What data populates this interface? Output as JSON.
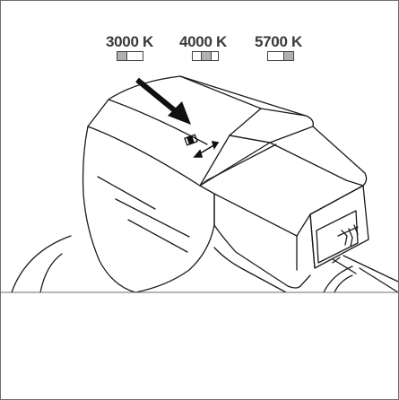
{
  "settings": [
    {
      "label": "3000 K",
      "position": "left"
    },
    {
      "label": "4000 K",
      "position": "center"
    },
    {
      "label": "5700 K",
      "position": "right"
    }
  ],
  "icons": {
    "push_arrow": "arrow-icon",
    "slide_switch": "double-arrow-icon",
    "switch_symbol": "switch-symbol-icon"
  },
  "colors": {
    "line": "#1a1a1a",
    "shade": "#b0b0b0",
    "background": "#ffffff"
  }
}
